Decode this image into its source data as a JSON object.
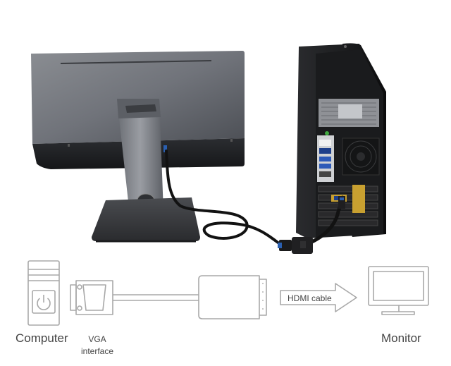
{
  "labels": {
    "computer": "Computer",
    "vga_line1": "VGA",
    "vga_line2": "interface",
    "hdmi": "HDMI cable",
    "monitor": "Monitor"
  }
}
